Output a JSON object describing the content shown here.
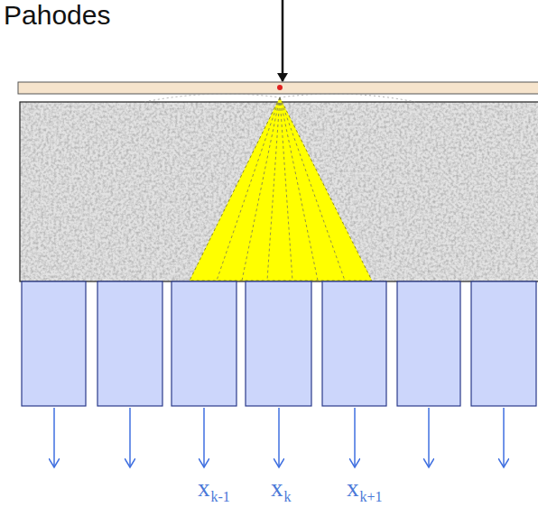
{
  "diagram": {
    "labels": [
      "Pahodes",
      "x",
      "k-1",
      "x",
      "k",
      "x",
      "k+1"
    ]
  }
}
